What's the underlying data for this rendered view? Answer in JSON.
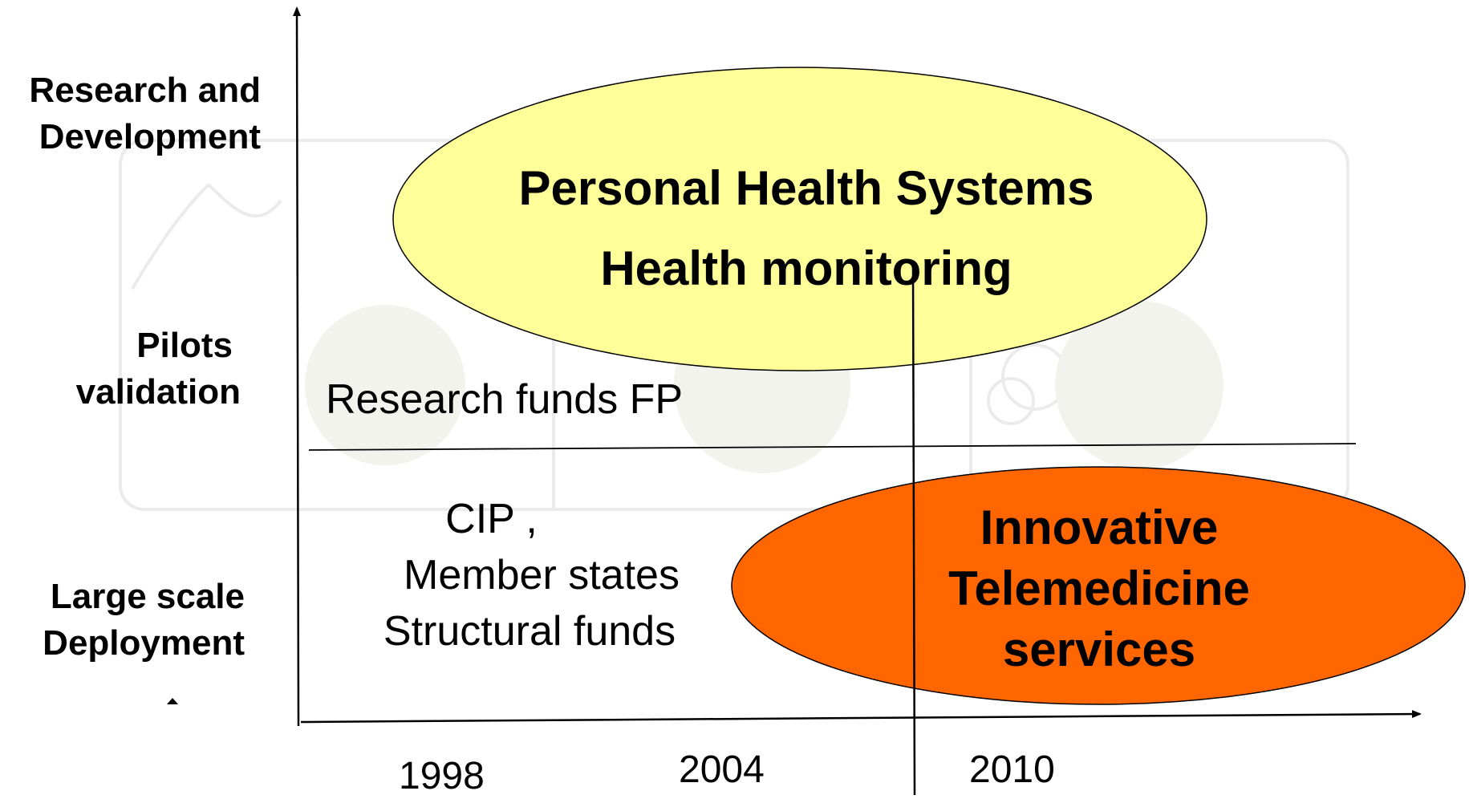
{
  "y_axis": {
    "labels": [
      {
        "line1": "Research and",
        "line2": "Development"
      },
      {
        "line1": "Pilots",
        "line2": "validation"
      },
      {
        "line1": "Large scale",
        "line2": "Deployment"
      }
    ]
  },
  "x_axis": {
    "ticks": [
      "1998",
      "2004",
      "2010"
    ]
  },
  "ellipses": {
    "research": {
      "line1": "Personal Health Systems",
      "line2": "Health monitoring",
      "fill": "#ffff99"
    },
    "deployment": {
      "line1": "Innovative",
      "line2": "Telemedicine",
      "line3": "services",
      "fill": "#ff6600"
    }
  },
  "funding": {
    "research": "Research funds FP",
    "deployment_line1": "CIP ,",
    "deployment_line2": "Member states",
    "deployment_line3": "Structural funds"
  },
  "colors": {
    "watermark": "#e8e8e8",
    "axis": "#000000"
  }
}
